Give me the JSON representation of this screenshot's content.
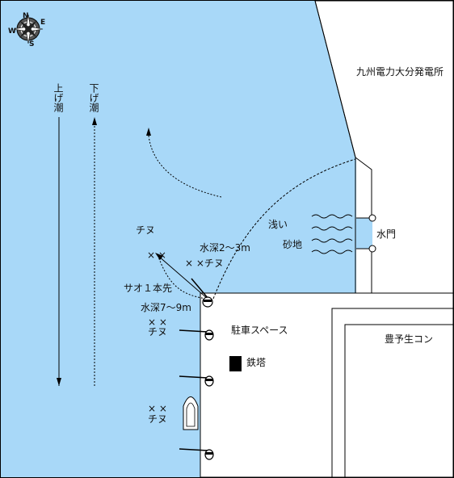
{
  "colors": {
    "sea": "#a8d8f8",
    "land": "#ffffff",
    "line": "#000000",
    "tower": "#000000"
  },
  "compass": {
    "n": "N",
    "e": "E",
    "s": "S",
    "w": "W",
    "icon": "compass-rose-icon"
  },
  "tide": {
    "rising": "上げ潮",
    "falling": "下げ潮"
  },
  "labels": {
    "power_company": "九州電力大分発電所",
    "water_gate": "水門",
    "shallow": "浅い",
    "sandy": "砂地",
    "chinu_top": "チヌ",
    "depth_shallow": "水深2〜3m",
    "xx_1": "× ×",
    "xx_chinu": "× ×チヌ",
    "sao": "サオ１本先",
    "depth_deep": "水深7〜9m",
    "xx_2": "× ×",
    "chinu_2": "チヌ",
    "xx_3": "× ×",
    "chinu_3": "チヌ",
    "parking": "駐車スペース",
    "tower": "鉄塔",
    "factory": "豊予生コン"
  },
  "icons": {
    "angler": "angler-icon",
    "boat": "boat-icon",
    "waves": "wave-icon",
    "tower": "tower-icon"
  }
}
